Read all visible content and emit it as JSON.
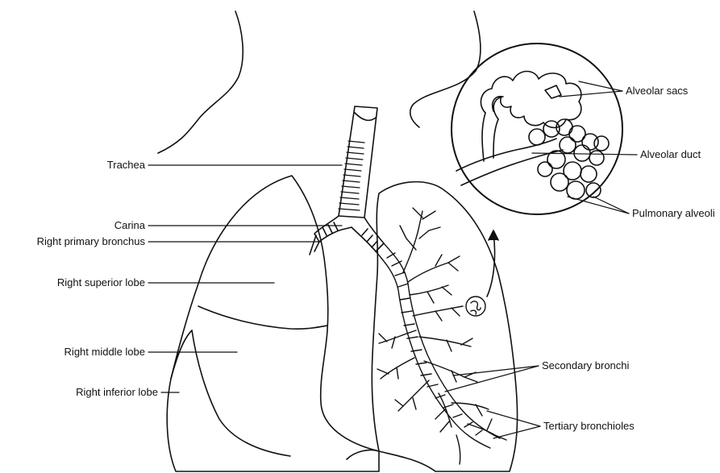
{
  "labels": {
    "trachea": "Trachea",
    "carina": "Carina",
    "right_primary_bronchus": "Right primary bronchus",
    "right_superior_lobe": "Right superior lobe",
    "right_middle_lobe": "Right middle lobe",
    "right_inferior_lobe": "Right inferior lobe",
    "alveolar_sacs": "Alveolar sacs",
    "alveolar_duct": "Alveolar duct",
    "pulmonary_alveoli": "Pulmonary alveoli",
    "secondary_bronchi": "Secondary bronchi",
    "tertiary_bronchioles": "Tertiary bronchioles"
  }
}
